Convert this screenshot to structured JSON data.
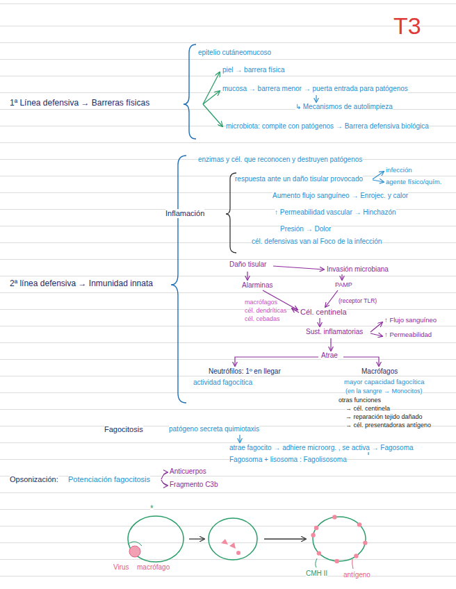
{
  "diagram": {
    "title": "T3",
    "labels": [
      "epitelio cutáneomucoso",
      "piel → barrera física",
      "mucosa → barrera menor → puerta entrada para patógenos",
      "↳ Mecanismos de autolimpieza",
      "microbiota: compite con patógenos → Barrera defensiva biológica",
      "1ª Línea defensiva → Barreras físicas",
      "enzimas y cél. que reconocen y destruyen patógenos",
      "respuesta ante un daño tisular provocado",
      "infección",
      "agente físico/quím.",
      "Aumento flujo sanguíneo → Enrojec. y calor",
      "↑ Permeabilidad vascular → Hinchazón",
      "Presión → Dolor",
      "cél. defensivas van al Foco de la infección",
      "Inflamación",
      "2ª línea defensiva → Inmunidad innata",
      "Daño tisular",
      "Invasión microbiana",
      "Alarminas",
      "PAMP",
      "macrófagos",
      "cél. dendríticas",
      "cél. cebadas",
      "(receptor TLR)",
      "Cél. centinela",
      "Sust. inflamatorias",
      "↑ Flujo sanguíneo",
      "↑ Permeabilidad",
      "Atrae",
      "Neutrófilos: 1º en llegar",
      "actividad fagocítica",
      "Macrófagos",
      "mayor capacidad fagocítica",
      "(en la sangre → Monocitos)",
      "otras funciones",
      "→ cél. centinela",
      "→ reparación tejido dañado",
      "→ cél. presentadoras antígeno",
      "Fagocitosis",
      "patógeno secreta quimiotaxis",
      "atrae fagocito → adhiere microorg. , se activa → Fagosoma",
      "Fagosoma + lisosoma : Fagolisosoma",
      "Opsonización:",
      "Potenciación fagocitosis",
      "Anticuerpos",
      "Fragmento C3b",
      "*",
      "Virus",
      "macrófago",
      "CMH II",
      "antígeno"
    ]
  }
}
